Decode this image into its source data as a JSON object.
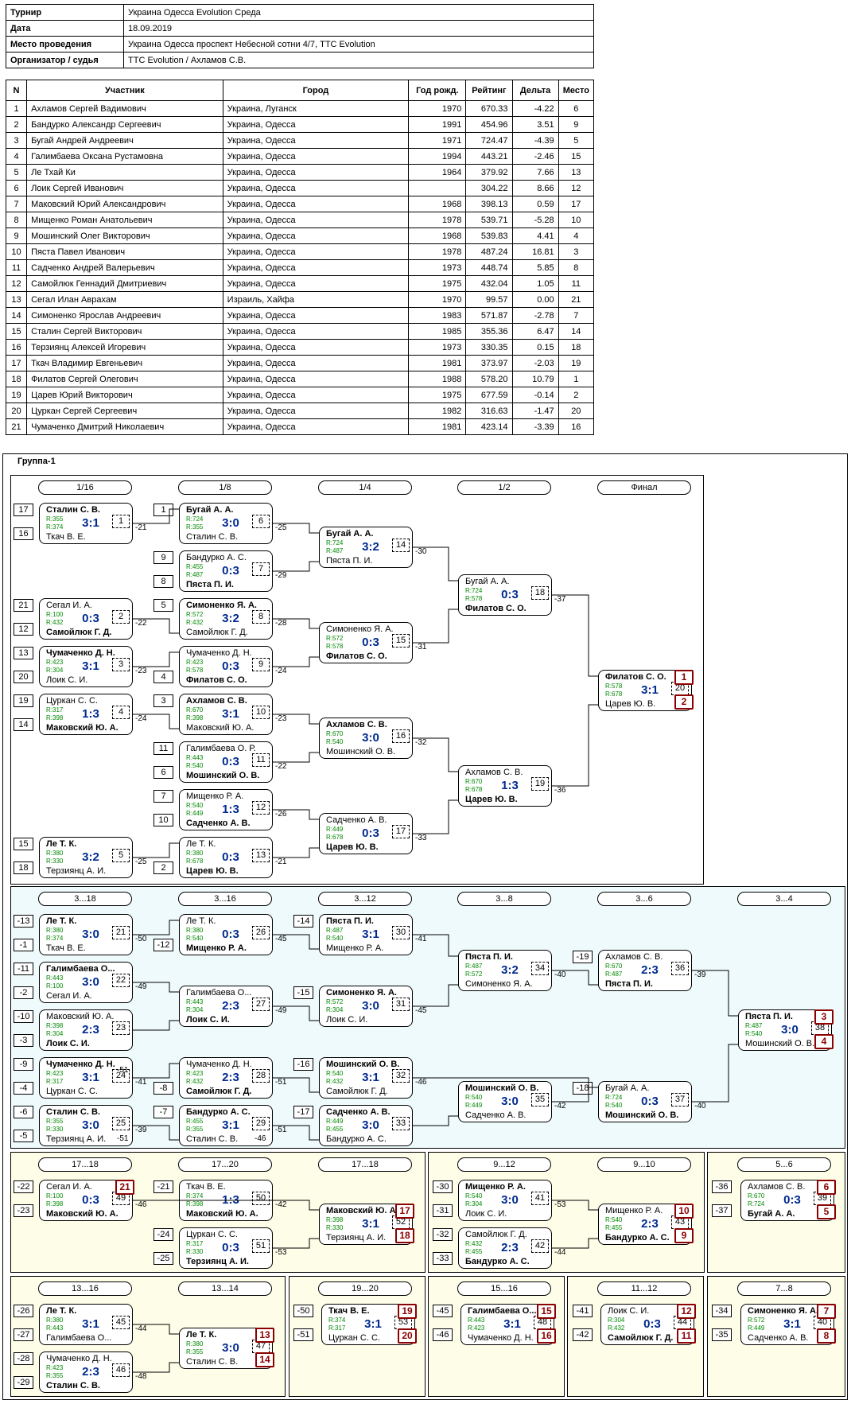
{
  "info": [
    [
      "Турнир",
      "Украина Одесса Evolution Среда"
    ],
    [
      "Дата",
      "18.09.2019"
    ],
    [
      "Место проведения",
      "Украина Одесса проспект Небесной сотни 4/7, TTC Evolution"
    ],
    [
      "Организатор / судья",
      "TTC Evolution / Ахламов С.В."
    ]
  ],
  "participants": {
    "headers": [
      "N",
      "Участник",
      "Город",
      "Год рожд.",
      "Рейтинг",
      "Дельта",
      "Место"
    ],
    "rows": [
      [
        "1",
        "Ахламов Сергей Вадимович",
        "Украина, Луганск",
        "1970",
        "670.33",
        "-4.22",
        "6"
      ],
      [
        "2",
        "Бандурко Александр Сергеевич",
        "Украина, Одесса",
        "1991",
        "454.96",
        "3.51",
        "9"
      ],
      [
        "3",
        "Бугай Андрей Андреевич",
        "Украина, Одесса",
        "1971",
        "724.47",
        "-4.39",
        "5"
      ],
      [
        "4",
        "Галимбаева Оксана Рустамовна",
        "Украина, Одесса",
        "1994",
        "443.21",
        "-2.46",
        "15"
      ],
      [
        "5",
        "Ле Тхай Ки",
        "Украина, Одесса",
        "1964",
        "379.92",
        "7.66",
        "13"
      ],
      [
        "6",
        "Лоик Сергей Иванович",
        "Украина, Одесса",
        "",
        "304.22",
        "8.66",
        "12"
      ],
      [
        "7",
        "Маковский Юрий Александрович",
        "Украина, Одесса",
        "1968",
        "398.13",
        "0.59",
        "17"
      ],
      [
        "8",
        "Мищенко Роман Анатольевич",
        "Украина, Одесса",
        "1978",
        "539.71",
        "-5.28",
        "10"
      ],
      [
        "9",
        "Мошинский Олег Викторович",
        "Украина, Одесса",
        "1968",
        "539.83",
        "4.41",
        "4"
      ],
      [
        "10",
        "Пяста Павел Иванович",
        "Украина, Одесса",
        "1978",
        "487.24",
        "16.81",
        "3"
      ],
      [
        "11",
        "Садченко Андрей Валерьевич",
        "Украина, Одесса",
        "1973",
        "448.74",
        "5.85",
        "8"
      ],
      [
        "12",
        "Самойлюк Геннадий Дмитриевич",
        "Украина, Одесса",
        "1975",
        "432.04",
        "1.05",
        "11"
      ],
      [
        "13",
        "Сегал Илан Аврахам",
        "Израиль, Хайфа",
        "1970",
        "99.57",
        "0.00",
        "21"
      ],
      [
        "14",
        "Симоненко Ярослав Андреевич",
        "Украина, Одесса",
        "1983",
        "571.87",
        "-2.78",
        "7"
      ],
      [
        "15",
        "Сталин Сергей Викторович",
        "Украина, Одесса",
        "1985",
        "355.36",
        "6.47",
        "14"
      ],
      [
        "16",
        "Терзиянц Алексей Игоревич",
        "Украина, Одесса",
        "1973",
        "330.35",
        "0.15",
        "18"
      ],
      [
        "17",
        "Ткач Владимир Евгеньевич",
        "Украина, Одесса",
        "1981",
        "373.97",
        "-2.03",
        "19"
      ],
      [
        "18",
        "Филатов Сергей Олегович",
        "Украина, Одесса",
        "1988",
        "578.20",
        "10.79",
        "1"
      ],
      [
        "19",
        "Царев Юрий Викторович",
        "Украина, Одесса",
        "1975",
        "677.59",
        "-0.14",
        "2"
      ],
      [
        "20",
        "Цуркан Сергей Сергеевич",
        "Украина, Одесса",
        "1982",
        "316.63",
        "-1.47",
        "20"
      ],
      [
        "21",
        "Чумаченко Дмитрий Николаевич",
        "Украина, Одесса",
        "1981",
        "423.14",
        "-3.39",
        "16"
      ]
    ]
  },
  "group_title": "Группа-1",
  "rounds": [
    "1/16",
    "1/8",
    "1/4",
    "1/2",
    "Финал",
    "3...18",
    "3...16",
    "3...12",
    "3...8",
    "3...6",
    "3...4",
    "17...18",
    "17...20",
    "17...18",
    "9...12",
    "9...10",
    "5...6",
    "13...16",
    "13...14",
    "19...20",
    "15...16",
    "11...12",
    "7...8"
  ],
  "matches": [
    {
      "p1": "Сталин С. В.",
      "r1": "R:355",
      "p2": "Ткач В. Е.",
      "r2": "R:374",
      "score": "3:1",
      "num": "1",
      "win": 1
    },
    {
      "p1": "Бугай А. А.",
      "r1": "R:724",
      "p2": "Сталин С. В.",
      "r2": "R:355",
      "score": "3:0",
      "num": "6",
      "win": 1
    },
    {
      "p1": "Бандурко А. С.",
      "r1": "R:455",
      "p2": "Пяста П. И.",
      "r2": "R:487",
      "score": "0:3",
      "num": "7",
      "win": 2
    },
    {
      "p1": "Бугай А. А.",
      "r1": "R:724",
      "p2": "Пяста П. И.",
      "r2": "R:487",
      "score": "3:2",
      "num": "14",
      "win": 1
    },
    {
      "p1": "Сегал И. А.",
      "r1": "R:100",
      "p2": "Самойлюк Г. Д.",
      "r2": "R:432",
      "score": "0:3",
      "num": "2",
      "win": 2
    },
    {
      "p1": "Симоненко Я. А.",
      "r1": "R:572",
      "p2": "Самойлюк Г. Д.",
      "r2": "R:432",
      "score": "3:2",
      "num": "8",
      "win": 1
    },
    {
      "p1": "Бугай А. А.",
      "r1": "R:724",
      "p2": "Филатов С. О.",
      "r2": "R:578",
      "score": "0:3",
      "num": "18",
      "win": 2
    },
    {
      "p1": "Симоненко Я. А.",
      "r1": "R:572",
      "p2": "Филатов С. О.",
      "r2": "R:578",
      "score": "0:3",
      "num": "15",
      "win": 2
    },
    {
      "p1": "Чумаченко Д. Н.",
      "r1": "R:423",
      "p2": "Лоик С. И.",
      "r2": "R:304",
      "score": "3:1",
      "num": "3",
      "win": 1
    },
    {
      "p1": "Чумаченко Д. Н.",
      "r1": "R:423",
      "p2": "Филатов С. О.",
      "r2": "R:578",
      "score": "0:3",
      "num": "9",
      "win": 2
    },
    {
      "p1": "Филатов С. О.",
      "r1": "R:578",
      "p2": "Царев Ю. В.",
      "r2": "R:678",
      "score": "3:1",
      "num": "20",
      "win": 1
    },
    {
      "p1": "Цуркан С. С.",
      "r1": "R:317",
      "p2": "Маковский Ю. А.",
      "r2": "R:398",
      "score": "1:3",
      "num": "4",
      "win": 2
    },
    {
      "p1": "Ахламов С. В.",
      "r1": "R:670",
      "p2": "Маковский Ю. А.",
      "r2": "R:398",
      "score": "3:1",
      "num": "10",
      "win": 1
    },
    {
      "p1": "Ахламов С. В.",
      "r1": "R:670",
      "p2": "Мошинский О. В.",
      "r2": "R:540",
      "score": "3:0",
      "num": "16",
      "win": 1
    },
    {
      "p1": "Галимбаева О. Р.",
      "r1": "R:443",
      "p2": "Мошинский О. В.",
      "r2": "R:540",
      "score": "0:3",
      "num": "11",
      "win": 2
    },
    {
      "p1": "Ахламов С. В.",
      "r1": "R:670",
      "p2": "Царев Ю. В.",
      "r2": "R:678",
      "score": "1:3",
      "num": "19",
      "win": 2
    },
    {
      "p1": "Мищенко Р. А.",
      "r1": "R:540",
      "p2": "Садченко А. В.",
      "r2": "R:449",
      "score": "1:3",
      "num": "12",
      "win": 2
    },
    {
      "p1": "Садченко А. В.",
      "r1": "R:449",
      "p2": "Царев Ю. В.",
      "r2": "R:678",
      "score": "0:3",
      "num": "17",
      "win": 2
    },
    {
      "p1": "Ле Т. К.",
      "r1": "R:380",
      "p2": "Терзиянц А. И.",
      "r2": "R:330",
      "score": "3:2",
      "num": "5",
      "win": 1
    },
    {
      "p1": "Ле Т. К.",
      "r1": "R:380",
      "p2": "Царев Ю. В.",
      "r2": "R:678",
      "score": "0:3",
      "num": "13",
      "win": 2
    },
    {
      "p1": "Ле Т. К.",
      "r1": "R:380",
      "p2": "Ткач В. Е.",
      "r2": "R:374",
      "score": "3:0",
      "num": "21",
      "win": 1
    },
    {
      "p1": "Ле Т. К.",
      "r1": "R:380",
      "p2": "Мищенко Р. А.",
      "r2": "R:540",
      "score": "0:3",
      "num": "26",
      "win": 2
    },
    {
      "p1": "Пяста П. И.",
      "r1": "R:487",
      "p2": "Мищенко Р. А.",
      "r2": "R:540",
      "score": "3:1",
      "num": "30",
      "win": 1
    },
    {
      "p1": "Галимбаева О...",
      "r1": "R:443",
      "p2": "Сегал И. А.",
      "r2": "R:100",
      "score": "3:0",
      "num": "22",
      "win": 1
    },
    {
      "p1": "Пяста П. И.",
      "r1": "R:487",
      "p2": "Симоненко Я. А.",
      "r2": "R:572",
      "score": "3:2",
      "num": "34",
      "win": 1
    },
    {
      "p1": "Ахламов С. В.",
      "r1": "R:670",
      "p2": "Пяста П. И.",
      "r2": "R:487",
      "score": "2:3",
      "num": "36",
      "win": 2
    },
    {
      "p1": "Галимбаева О...",
      "r1": "R:443",
      "p2": "Лоик С. И.",
      "r2": "R:304",
      "score": "2:3",
      "num": "27",
      "win": 2
    },
    {
      "p1": "Симоненко Я. А.",
      "r1": "R:572",
      "p2": "Лоик С. И.",
      "r2": "R:304",
      "score": "3:0",
      "num": "31",
      "win": 1
    },
    {
      "p1": "Маковский Ю. А.",
      "r1": "R:398",
      "p2": "Лоик С. И.",
      "r2": "R:304",
      "score": "2:3",
      "num": "23",
      "win": 2
    },
    {
      "p1": "Пяста П. И.",
      "r1": "R:487",
      "p2": "Мошинский О. В.",
      "r2": "R:540",
      "score": "3:0",
      "num": "38",
      "win": 1
    },
    {
      "p1": "Чумаченко Д. Н.",
      "r1": "R:423",
      "p2": "Цуркан С. С.",
      "r2": "R:317",
      "score": "3:1",
      "num": "24",
      "win": 1
    },
    {
      "p1": "Чумаченко Д. Н.",
      "r1": "R:423",
      "p2": "Самойлюк Г. Д.",
      "r2": "R:432",
      "score": "2:3",
      "num": "28",
      "win": 2
    },
    {
      "p1": "Мошинский О. В.",
      "r1": "R:540",
      "p2": "Самойлюк Г. Д.",
      "r2": "R:432",
      "score": "3:1",
      "num": "32",
      "win": 1
    },
    {
      "p1": "Мошинский О. В.",
      "r1": "R:540",
      "p2": "Садченко А. В.",
      "r2": "R:449",
      "score": "3:0",
      "num": "35",
      "win": 1
    },
    {
      "p1": "Бугай А. А.",
      "r1": "R:724",
      "p2": "Мошинский О. В.",
      "r2": "R:540",
      "score": "0:3",
      "num": "37",
      "win": 2
    },
    {
      "p1": "Сталин С. В.",
      "r1": "R:355",
      "p2": "Терзиянц А. И.",
      "r2": "R:330",
      "score": "3:0",
      "num": "25",
      "win": 1
    },
    {
      "p1": "Бандурко А. С.",
      "r1": "R:455",
      "p2": "Сталин С. В.",
      "r2": "R:355",
      "score": "3:1",
      "num": "29",
      "win": 1
    },
    {
      "p1": "Садченко А. В.",
      "r1": "R:449",
      "p2": "Бандурко А. С.",
      "r2": "R:455",
      "score": "3:0",
      "num": "33",
      "win": 1
    },
    {
      "p1": "Сегал И. А.",
      "r1": "R:100",
      "p2": "Маковский Ю. А.",
      "r2": "R:398",
      "score": "0:3",
      "num": "49",
      "win": 2
    },
    {
      "p1": "Ткач В. Е.",
      "r1": "R:374",
      "p2": "Маковский Ю. А.",
      "r2": "R:398",
      "score": "1:3",
      "num": "50",
      "win": 2
    },
    {
      "p1": "Маковский Ю. А.",
      "r1": "R:398",
      "p2": "Терзиянц А. И.",
      "r2": "R:330",
      "score": "3:1",
      "num": "52",
      "win": 1
    },
    {
      "p1": "Цуркан С. С.",
      "r1": "R:317",
      "p2": "Терзиянц А. И.",
      "r2": "R:330",
      "score": "0:3",
      "num": "51",
      "win": 2
    },
    {
      "p1": "Мищенко Р. А.",
      "r1": "R:540",
      "p2": "Лоик С. И.",
      "r2": "R:304",
      "score": "3:0",
      "num": "41",
      "win": 1
    },
    {
      "p1": "Мищенко Р. А.",
      "r1": "R:540",
      "p2": "Бандурко А. С.",
      "r2": "R:455",
      "score": "2:3",
      "num": "43",
      "win": 2
    },
    {
      "p1": "Самойлюк Г. Д.",
      "r1": "R:432",
      "p2": "Бандурко А. С.",
      "r2": "R:455",
      "score": "2:3",
      "num": "42",
      "win": 2
    },
    {
      "p1": "Ахламов С. В.",
      "r1": "R:670",
      "p2": "Бугай А. А.",
      "r2": "R:724",
      "score": "0:3",
      "num": "39",
      "win": 2
    },
    {
      "p1": "Ле Т. К.",
      "r1": "R:380",
      "p2": "Галимбаева О...",
      "r2": "R:443",
      "score": "3:1",
      "num": "45",
      "win": 1
    },
    {
      "p1": "Ле Т. К.",
      "r1": "R:380",
      "p2": "Сталин С. В.",
      "r2": "R:355",
      "score": "3:0",
      "num": "47",
      "win": 1
    },
    {
      "p1": "Чумаченко Д. Н.",
      "r1": "R:423",
      "p2": "Сталин С. В.",
      "r2": "R:355",
      "score": "2:3",
      "num": "46",
      "win": 2
    },
    {
      "p1": "Ткач В. Е.",
      "r1": "R:374",
      "p2": "Цуркан С. С.",
      "r2": "R:317",
      "score": "3:1",
      "num": "53",
      "win": 1
    },
    {
      "p1": "Галимбаева О...",
      "r1": "R:443",
      "p2": "Чумаченко Д. Н.",
      "r2": "R:423",
      "score": "3:1",
      "num": "48",
      "win": 1
    },
    {
      "p1": "Лоик С. И.",
      "r1": "R:304",
      "p2": "Самойлюк Г. Д.",
      "r2": "R:432",
      "score": "0:3",
      "num": "44",
      "win": 2
    },
    {
      "p1": "Симоненко Я. А.",
      "r1": "R:572",
      "p2": "Садченко А. В.",
      "r2": "R:449",
      "score": "3:1",
      "num": "40",
      "win": 1
    }
  ],
  "seeds": [
    "17",
    "16",
    "1",
    "9",
    "8",
    "21",
    "12",
    "5",
    "13",
    "20",
    "4",
    "19",
    "14",
    "3",
    "11",
    "6",
    "7",
    "10",
    "15",
    "18",
    "2",
    "-13",
    "-1",
    "-12",
    "-14",
    "-11",
    "-2",
    "-15",
    "-10",
    "-3",
    "-19",
    "-9",
    "-4",
    "-8",
    "-16",
    "-18",
    "-6",
    "-5",
    "-7",
    "-17",
    "-22",
    "-23",
    "-21",
    "-24",
    "-25",
    "-30",
    "-31",
    "-32",
    "-33",
    "-36",
    "-37",
    "-26",
    "-27",
    "-28",
    "-29",
    "-50",
    "-51",
    "-45",
    "-46",
    "-41",
    "-42",
    "-34",
    "-35"
  ],
  "refs": [
    "-21",
    "-25",
    "-29",
    "-30",
    "-22",
    "-28",
    "-37",
    "-31",
    "-23",
    "-24",
    "-24",
    "-23",
    "-32",
    "-22",
    "-36",
    "-26",
    "-33",
    "-25",
    "-21",
    "-50",
    "-45",
    "-41",
    "-49",
    "-40",
    "-39",
    "-49",
    "-45",
    "-41",
    "-51",
    "-46",
    "-42",
    "-40",
    "-39",
    "-51",
    "-46",
    "-42",
    "-53",
    "-53",
    "-44",
    "-44",
    "-48",
    "-48"
  ],
  "places": [
    "1",
    "2",
    "3",
    "4",
    "21",
    "17",
    "18",
    "10",
    "9",
    "6",
    "5",
    "13",
    "14",
    "19",
    "20",
    "15",
    "16",
    "12",
    "11",
    "7",
    "8"
  ]
}
